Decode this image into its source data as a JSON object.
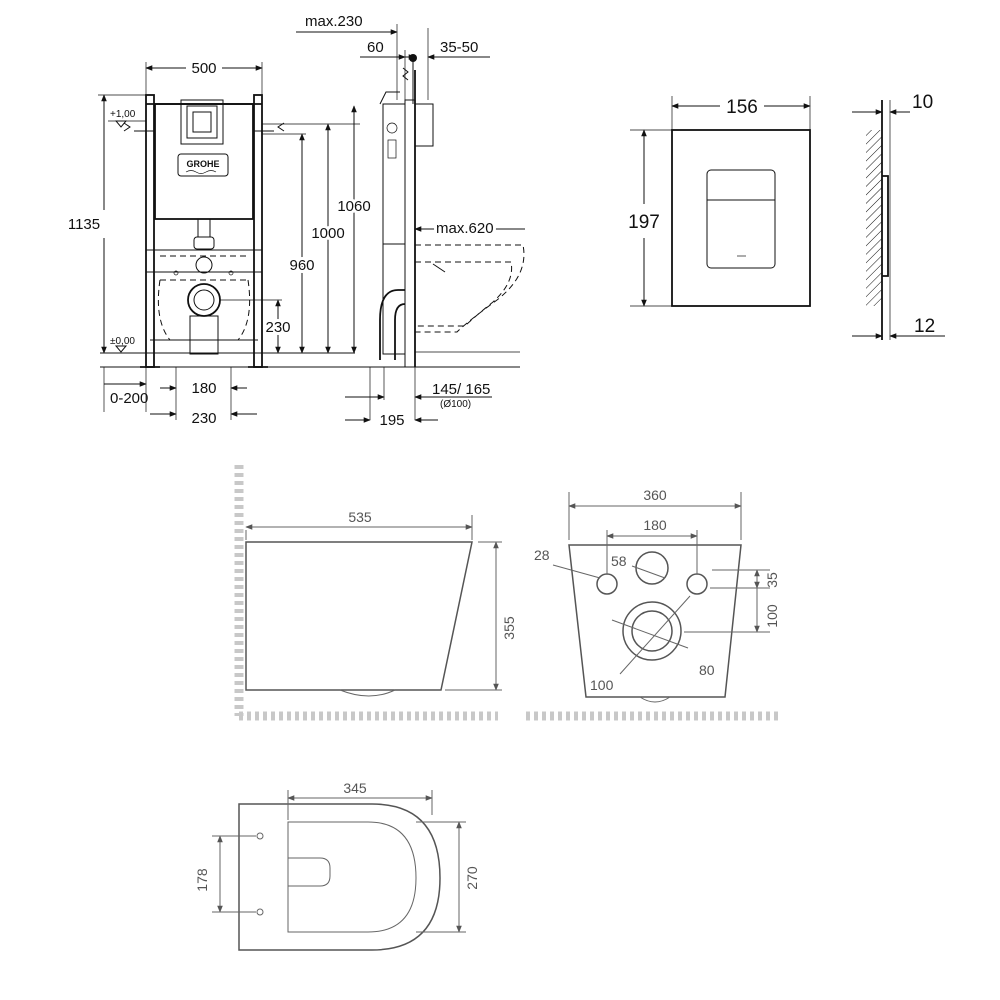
{
  "frame": {
    "top_width": "500",
    "left_height": "1135",
    "level_plus": "+1,00",
    "level_zero": "±0,00",
    "h_1060": "1060",
    "h_1000": "1000",
    "h_960": "960",
    "h_230": "230",
    "range_0_200": "0-200",
    "w_180": "180",
    "w_230": "230",
    "brand": "GROHE"
  },
  "side": {
    "max230": "max.230",
    "d60": "60",
    "d35_50": "35-50",
    "max620": "max.620",
    "d145_165": "145/ 165",
    "dia100": "(Ø100)",
    "d195": "195"
  },
  "plate": {
    "width": "156",
    "height": "197",
    "thick10": "10",
    "thick12": "12"
  },
  "bowl_side": {
    "length": "535",
    "height": "355"
  },
  "bowl_back": {
    "width": "360",
    "holes": "180",
    "d28": "28",
    "d58": "58",
    "d35": "35",
    "d100v": "100",
    "d100": "100",
    "d80": "80"
  },
  "bowl_top": {
    "length": "345",
    "d178": "178",
    "width": "270"
  }
}
